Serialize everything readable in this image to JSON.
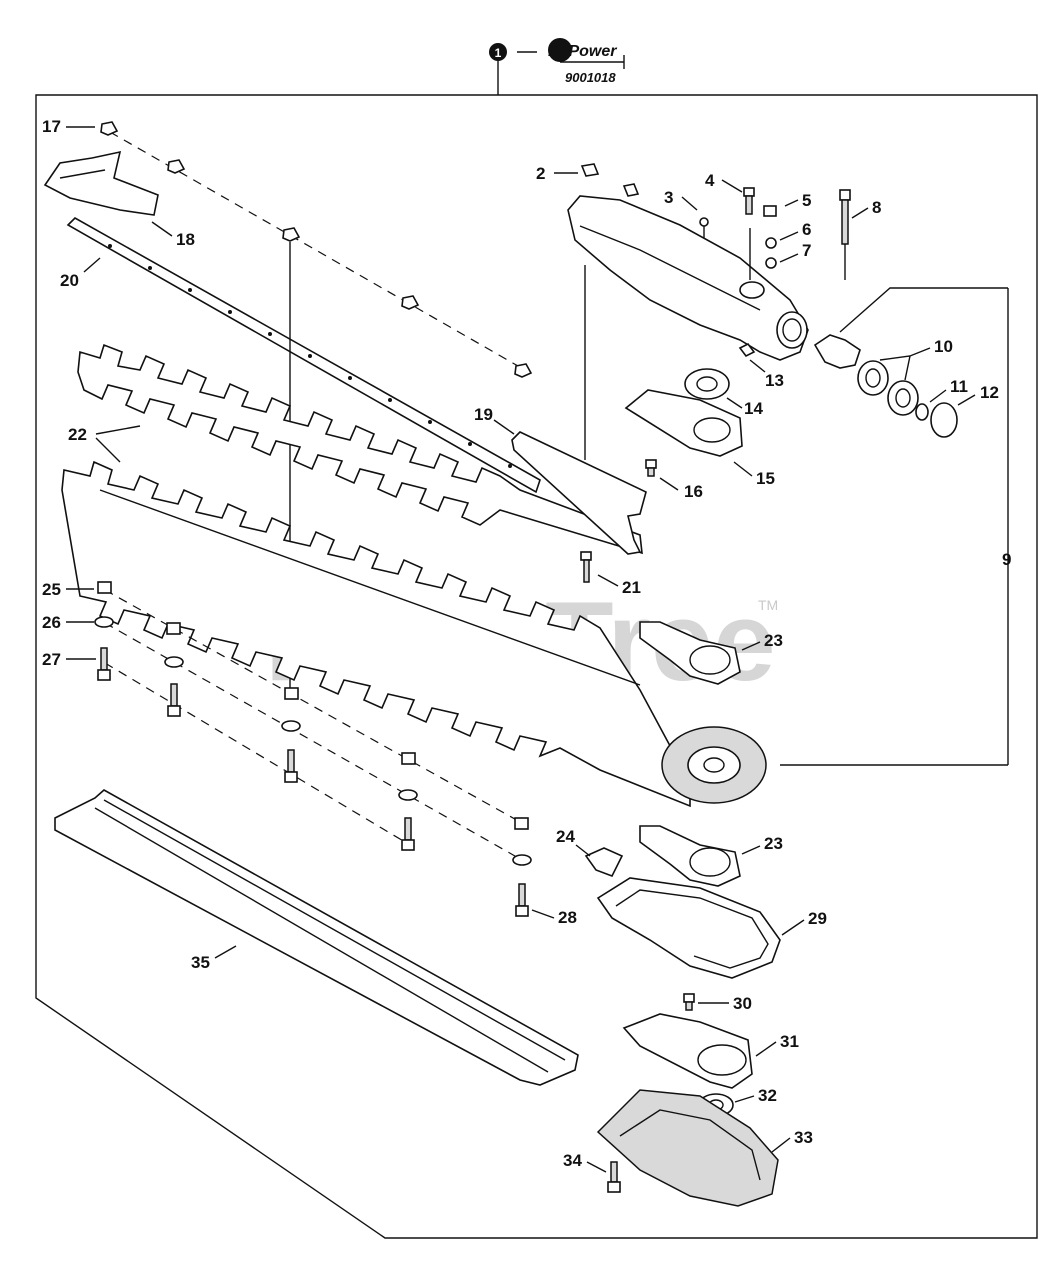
{
  "kit": {
    "callout": "1",
    "brand": "RePower",
    "part_number": "9001018"
  },
  "watermark": {
    "text": "PartsTree",
    "tm": "TM"
  },
  "callouts": [
    "2",
    "3",
    "4",
    "5",
    "6",
    "7",
    "8",
    "9",
    "10",
    "11",
    "12",
    "13",
    "14",
    "15",
    "16",
    "17",
    "18",
    "19",
    "20",
    "21",
    "22",
    "23",
    "23",
    "24",
    "25",
    "26",
    "27",
    "28",
    "29",
    "30",
    "31",
    "32",
    "33",
    "34",
    "35"
  ]
}
